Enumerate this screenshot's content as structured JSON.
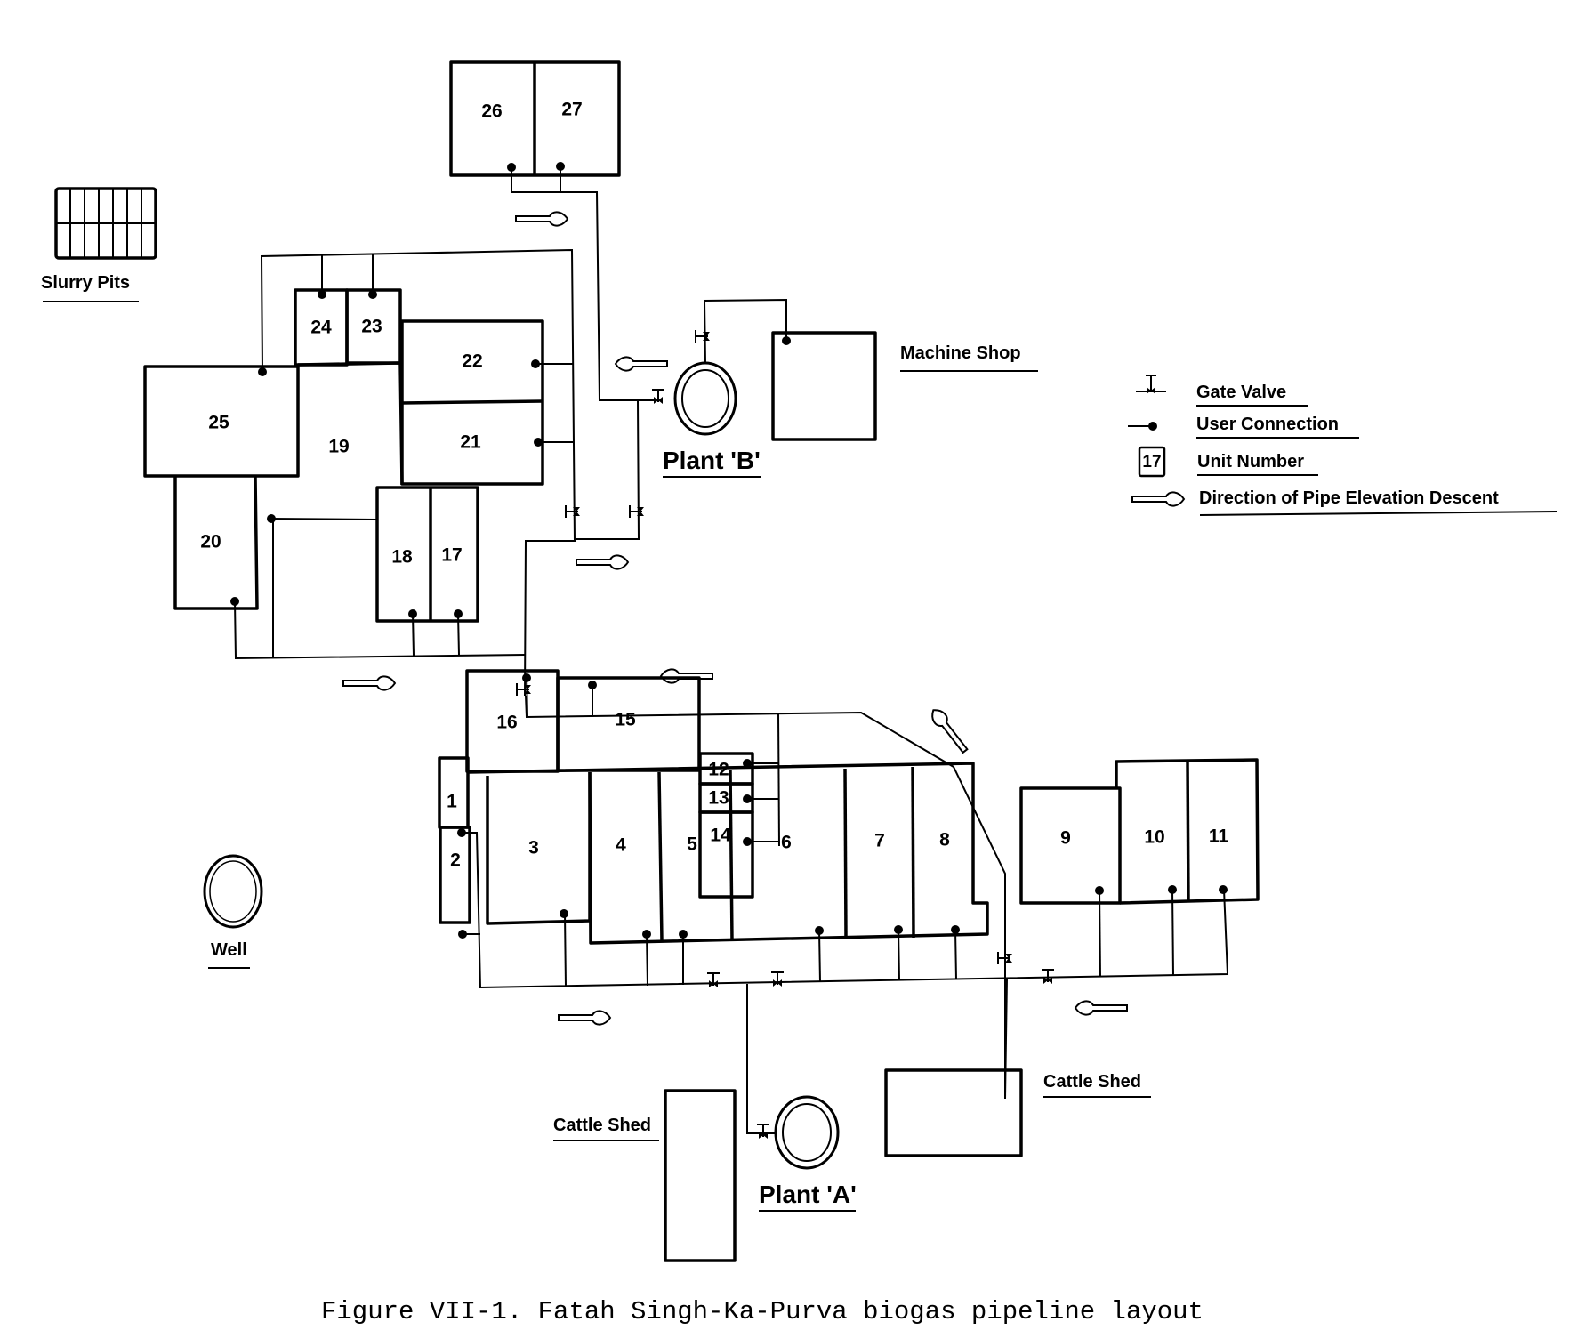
{
  "figure": {
    "caption": "Figure VII-1. Fatah Singh-Ka-Purva biogas pipeline layout"
  },
  "units": {
    "u1": "1",
    "u2": "2",
    "u3": "3",
    "u4": "4",
    "u5": "5",
    "u6": "6",
    "u7": "7",
    "u8": "8",
    "u9": "9",
    "u10": "10",
    "u11": "11",
    "u12": "12",
    "u13": "13",
    "u14": "14",
    "u15": "15",
    "u16": "16",
    "u17": "17",
    "u18": "18",
    "u19": "19",
    "u20": "20",
    "u21": "21",
    "u22": "22",
    "u23": "23",
    "u24": "24",
    "u25": "25",
    "u26": "26",
    "u27": "27"
  },
  "labels": {
    "slurry_pits": "Slurry Pits",
    "machine_shop": "Machine Shop",
    "plant_b": "Plant 'B'",
    "plant_a": "Plant 'A'",
    "well": "Well",
    "cattle_shed_left": "Cattle Shed",
    "cattle_shed_right": "Cattle Shed"
  },
  "legend": {
    "items": [
      {
        "icon": "gate-valve-icon",
        "label": "Gate Valve"
      },
      {
        "icon": "user-connection-icon",
        "label": "User Connection"
      },
      {
        "icon": "unit-number-icon",
        "sample": "17",
        "label": "Unit Number"
      },
      {
        "icon": "descent-arrow-icon",
        "label": "Direction of Pipe Elevation Descent"
      }
    ]
  }
}
